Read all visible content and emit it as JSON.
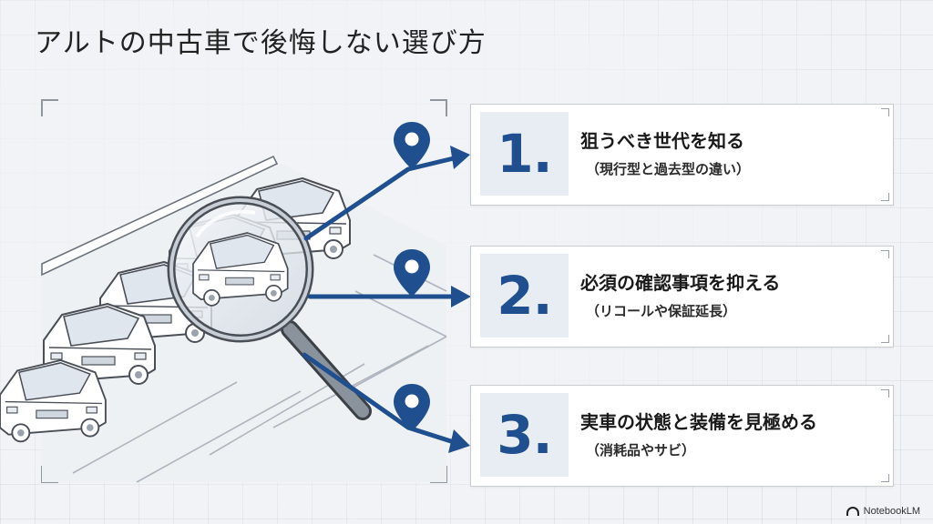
{
  "title": "アルトの中古車で後悔しない選び方",
  "items": [
    {
      "number": "1.",
      "title": "狙うべき世代を知る",
      "subtitle": "（現行型と過去型の違い）"
    },
    {
      "number": "2.",
      "title": "必須の確認事項を抑える",
      "subtitle": "（リコールや保証延長）"
    },
    {
      "number": "3.",
      "title": "実車の状態と装備を見極める",
      "subtitle": "（消耗品やサビ）"
    }
  ],
  "logo": {
    "text": "NotebookLM"
  },
  "colors": {
    "accent": "#1f4f8f",
    "pin": "#1f4f8f",
    "number_bg": "#e8edf3",
    "background": "#f1f3f6"
  },
  "icons": [
    "magnifier-icon",
    "location-pin-icon",
    "car-icon",
    "notebooklm-logo-icon"
  ]
}
